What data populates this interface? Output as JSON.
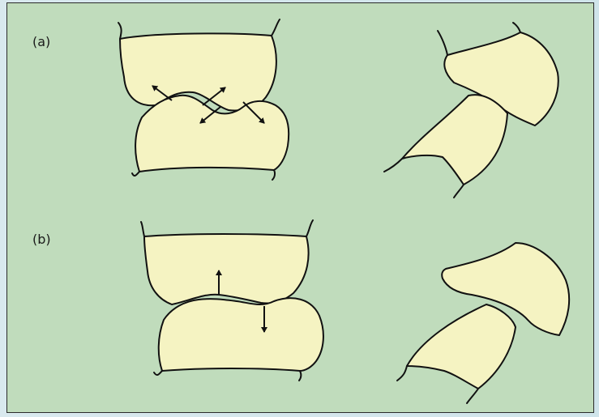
{
  "colors": {
    "page_background_left": "#d9e9ee",
    "page_background_right": "#cfe4ea",
    "panel_background": "#c0dcbc",
    "tooth_fill": "#f5f3c2",
    "outline": "#111111"
  },
  "panels": [
    {
      "id": "a",
      "label": "(a)",
      "arrows": [
        "up-left",
        "up-right",
        "down-left",
        "down-right"
      ]
    },
    {
      "id": "b",
      "label": "(b)",
      "arrows": [
        "up",
        "down"
      ]
    }
  ]
}
